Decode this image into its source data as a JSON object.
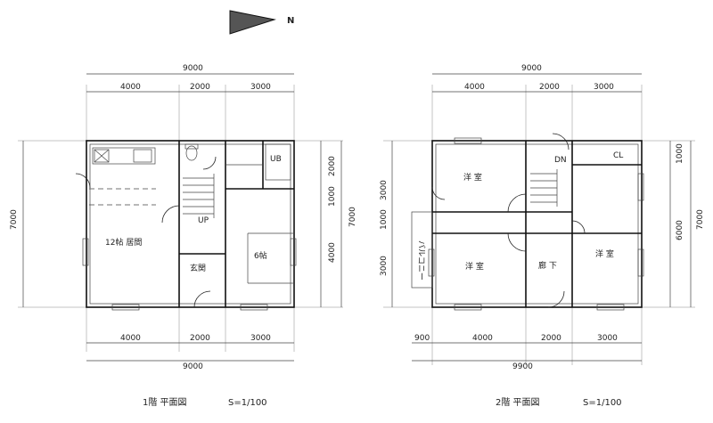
{
  "north_label": "N",
  "floor1": {
    "caption": "1階 平面図",
    "scale": "S=1/100",
    "dims": {
      "top_total": "9000",
      "top_a": "4000",
      "top_b": "2000",
      "top_c": "3000",
      "bottom_a": "4000",
      "bottom_b": "2000",
      "bottom_c": "3000",
      "bottom_total": "9000",
      "left_total": "7000",
      "right_a": "2000",
      "right_b": "1000",
      "right_c": "4000",
      "right_total": "7000"
    },
    "rooms": {
      "living": "12帖 居間",
      "japanese": "6帖",
      "entrance": "玄関",
      "bath": "UB",
      "up": "UP"
    }
  },
  "floor2": {
    "caption": "2階 平面図",
    "scale": "S=1/100",
    "dims": {
      "top_total": "9000",
      "top_a": "4000",
      "top_b": "2000",
      "top_c": "3000",
      "bottom_a": "900",
      "bottom_b": "4000",
      "bottom_c": "2000",
      "bottom_d": "3000",
      "bottom_total": "9900",
      "left_a": "3000",
      "left_b": "1000",
      "left_c": "3000",
      "right_a": "1000",
      "right_b": "6000",
      "right_total": "7000"
    },
    "rooms": {
      "western1": "洋 室",
      "western2": "洋 室",
      "western3": "洋 室",
      "hall": "廊 下",
      "closet": "CL",
      "down": "DN",
      "balcony": "バルコニー"
    }
  }
}
